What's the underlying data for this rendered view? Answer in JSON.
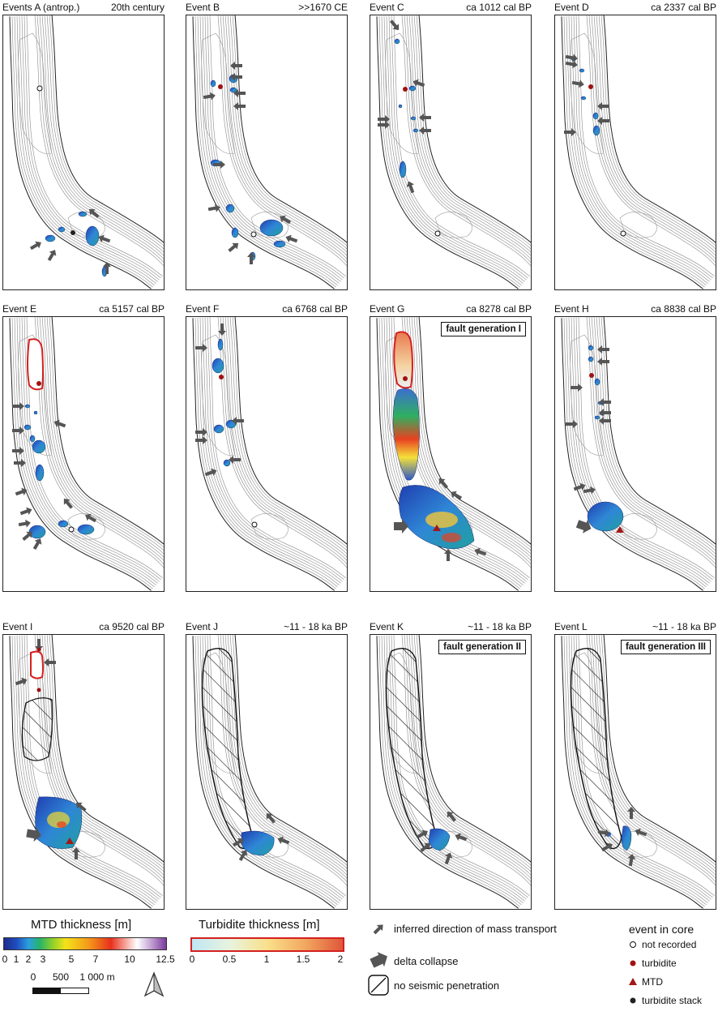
{
  "panels": [
    {
      "label": "Events A (antrop.)",
      "age": "20th century"
    },
    {
      "label": "Event B",
      "age": ">>1670 CE"
    },
    {
      "label": "Event C",
      "age": "ca 1012  cal BP"
    },
    {
      "label": "Event D",
      "age": "ca 2337 cal BP"
    },
    {
      "label": "Event E",
      "age": "ca 5157 cal BP"
    },
    {
      "label": "Event F",
      "age": "ca 6768 cal BP"
    },
    {
      "label": "Event G",
      "age": "ca 8278 cal BP",
      "fault": "fault generation I"
    },
    {
      "label": "Event H",
      "age": "ca 8838 cal BP"
    },
    {
      "label": "Event I",
      "age": "ca 9520 cal BP"
    },
    {
      "label": "Event J",
      "age": "~11 - 18 ka BP"
    },
    {
      "label": "Event K",
      "age": "~11 - 18 ka BP",
      "fault": "fault generation II"
    },
    {
      "label": "Event L",
      "age": "~11 - 18 ka BP",
      "fault": "fault generation III"
    }
  ],
  "legend": {
    "mtd_title": "MTD thickness [m]",
    "mtd_ticks": [
      "0",
      "1",
      "2",
      "3",
      "5",
      "7",
      "10",
      "12.5"
    ],
    "turb_title": "Turbidite thickness [m]",
    "turb_ticks": [
      "0",
      "0.5",
      "1",
      "1.5",
      "2"
    ],
    "arrow_label": "inferred direction of mass transport",
    "delta_label": "delta collapse",
    "hatch_label": "no seismic penetration",
    "core_title": "event in core",
    "core_items": [
      "not recorded",
      "turbidite",
      "MTD",
      "turbidite stack"
    ],
    "scale_ticks": [
      "0",
      "500",
      "1 000 m"
    ]
  },
  "colors": {
    "frame": "#222222",
    "contour": "#8a8a8a",
    "turbidite_dot": "#a01010",
    "mtd_triangle": "#a01818",
    "arrow": "#555555",
    "turbidite_outline": "#d42020"
  }
}
